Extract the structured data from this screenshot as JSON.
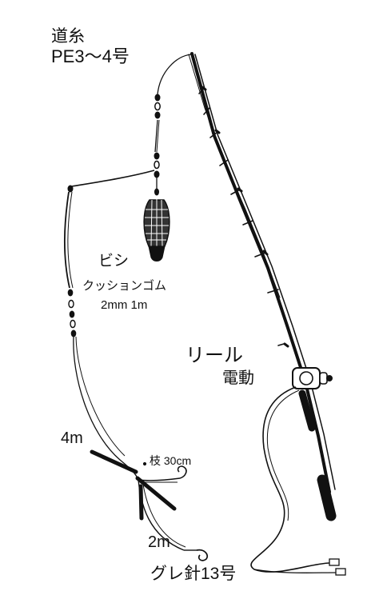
{
  "labels": {
    "main_line_name": "道糸",
    "main_line_spec": "PE3～4号",
    "sinker": "ビシ",
    "cushion_rubber": "クッションゴム",
    "cushion_rubber_spec": "2mm 1m",
    "reel": "リール",
    "reel_type": "電動",
    "leader_length": "4m",
    "branch_line": "枝 30cm",
    "tip_leader_length": "2m",
    "hook": "グレ針13号"
  },
  "colors": {
    "line": "#111111",
    "background": "#ffffff"
  }
}
